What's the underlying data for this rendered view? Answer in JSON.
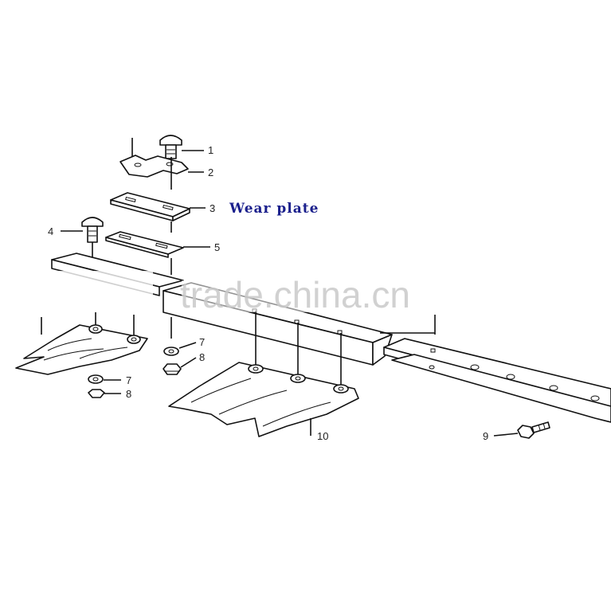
{
  "title": "Wear plate",
  "watermark": "trade.china.cn",
  "callouts": {
    "c1": "1",
    "c2": "2",
    "c3": "3",
    "c4": "4",
    "c5": "5",
    "c7a": "7",
    "c8a": "8",
    "c7b": "7",
    "c8b": "8",
    "c9": "9",
    "c10": "10"
  },
  "colors": {
    "line": "#111111",
    "title": "#1a1f8c",
    "watermark": "#c9c9c9"
  }
}
